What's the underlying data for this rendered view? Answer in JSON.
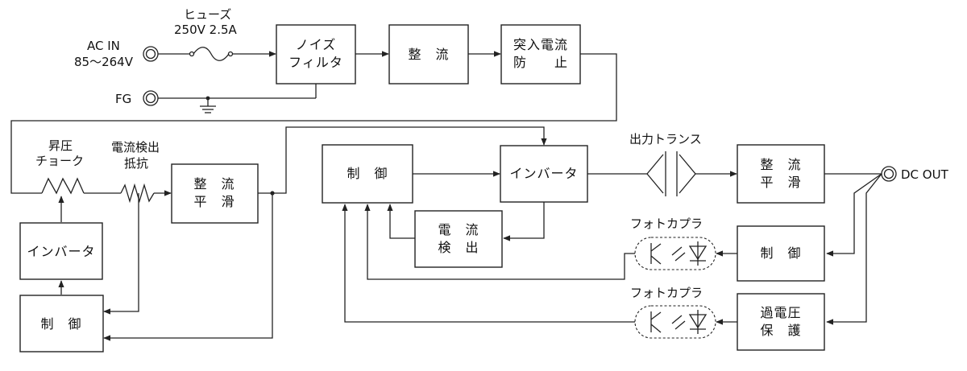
{
  "inputs": {
    "ac_in_line1": "AC IN",
    "ac_in_line2": "85～264V",
    "fg": "FG"
  },
  "fuse": {
    "line1": "ヒューズ",
    "line2": "250V 2.5A"
  },
  "blocks": {
    "noise_filter": [
      "ノイズ",
      "フィルタ"
    ],
    "rectifier1": [
      "整　流"
    ],
    "inrush_prevent": [
      "突入電流",
      "防　　止"
    ],
    "rect_smooth1": [
      "整　流",
      "平　滑"
    ],
    "inverter_pfc": [
      "インバータ"
    ],
    "control_pfc": [
      "制　御"
    ],
    "control_main": [
      "制　御"
    ],
    "inverter_main": [
      "インバータ"
    ],
    "current_detect": [
      "電　流",
      "検　出"
    ],
    "rect_smooth2": [
      "整　流",
      "平　滑"
    ],
    "control_feedback": [
      "制　御"
    ],
    "overvoltage": [
      "過電圧",
      "保　護"
    ]
  },
  "labels": {
    "boost_choke": [
      "昇圧",
      "チョーク"
    ],
    "current_resistor": [
      "電流検出",
      "抵抗"
    ],
    "output_transformer": "出力トランス",
    "photocoupler1": "フォトカプラ",
    "photocoupler2": "フォトカプラ",
    "dc_out": "DC OUT"
  }
}
